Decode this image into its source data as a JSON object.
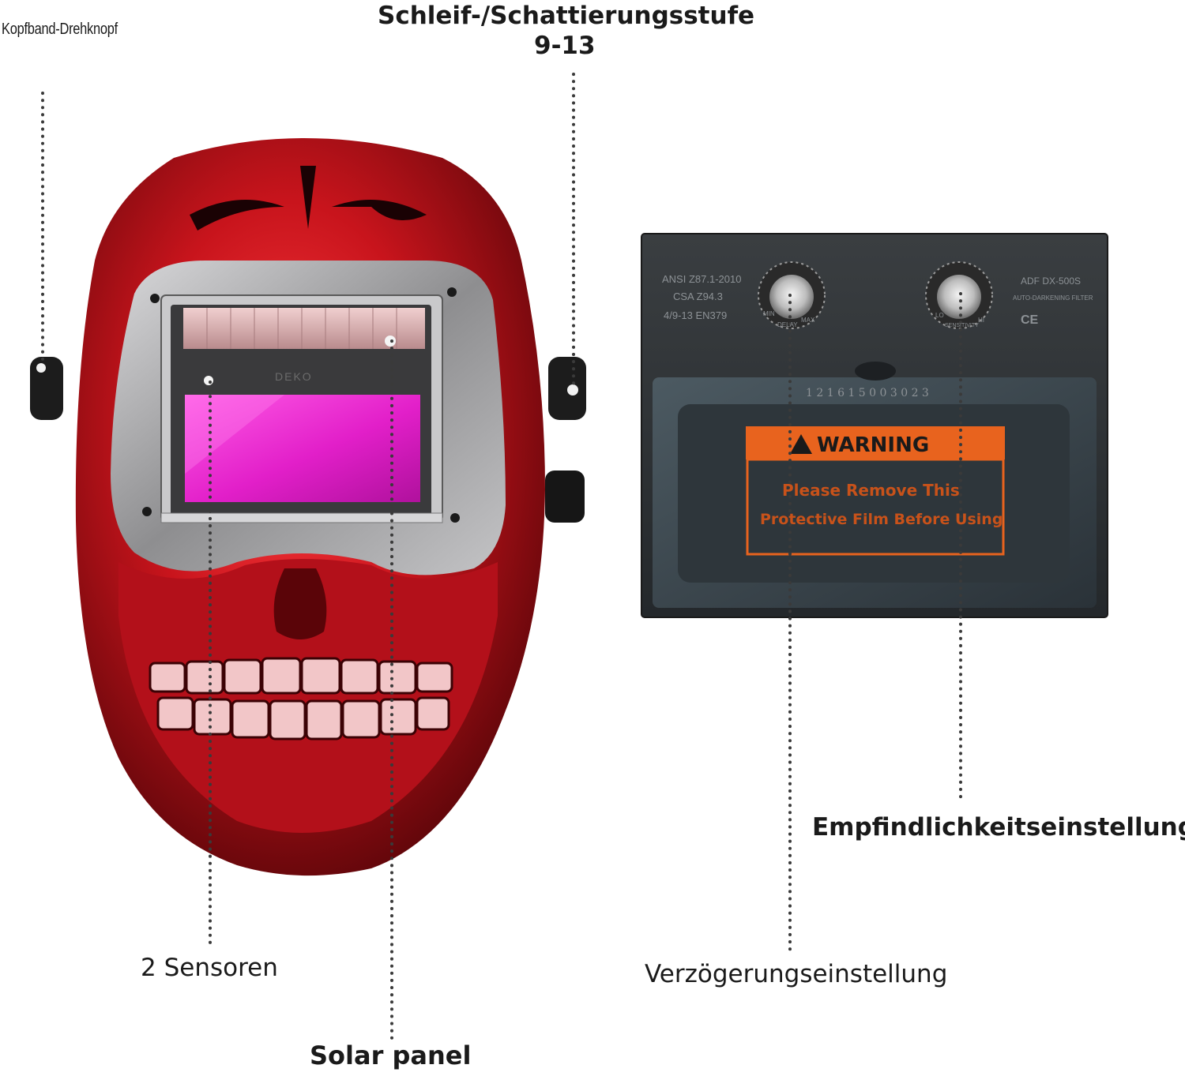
{
  "callouts": {
    "headband_knob": "Kopfband-Drehknopf",
    "shade_level_line1": "Schleif-/Schattierungsstufe",
    "shade_level_line2": "9-13",
    "sensitivity": "Empfindlichkeitseinstellung",
    "sensors": "2 Sensoren",
    "delay": "Verzögerungseinstellung",
    "solar_panel": "Solar  panel"
  },
  "filter": {
    "standards": [
      "ANSI Z87.1-2010",
      "CSA Z94.3",
      "4/9-13 EN379"
    ],
    "model": "ADF DX-500S",
    "model_sub": "AUTO-DARKENING FILTER",
    "certs": "CE",
    "serial": "1 2 1 6 1 5 0 0 3 0 2 3",
    "delay_knob": {
      "min": "MIN",
      "label": "DELAY",
      "max": "MAX"
    },
    "sensitivity_knob": {
      "lo": "LO",
      "label": "SENSITIVITY",
      "hi": "HI"
    },
    "warning_title": "WARNING",
    "warning_line1": "Please Remove This",
    "warning_line2": "Protective Film Before Using"
  },
  "helmet": {
    "brand": "DEKO"
  },
  "colors": {
    "helmet_red": "#c8141c",
    "helmet_silver": "#9a9a9c",
    "lens_magenta": "#e21fc9",
    "warning_orange": "#e8631e",
    "filter_dark": "#2a2e31"
  }
}
